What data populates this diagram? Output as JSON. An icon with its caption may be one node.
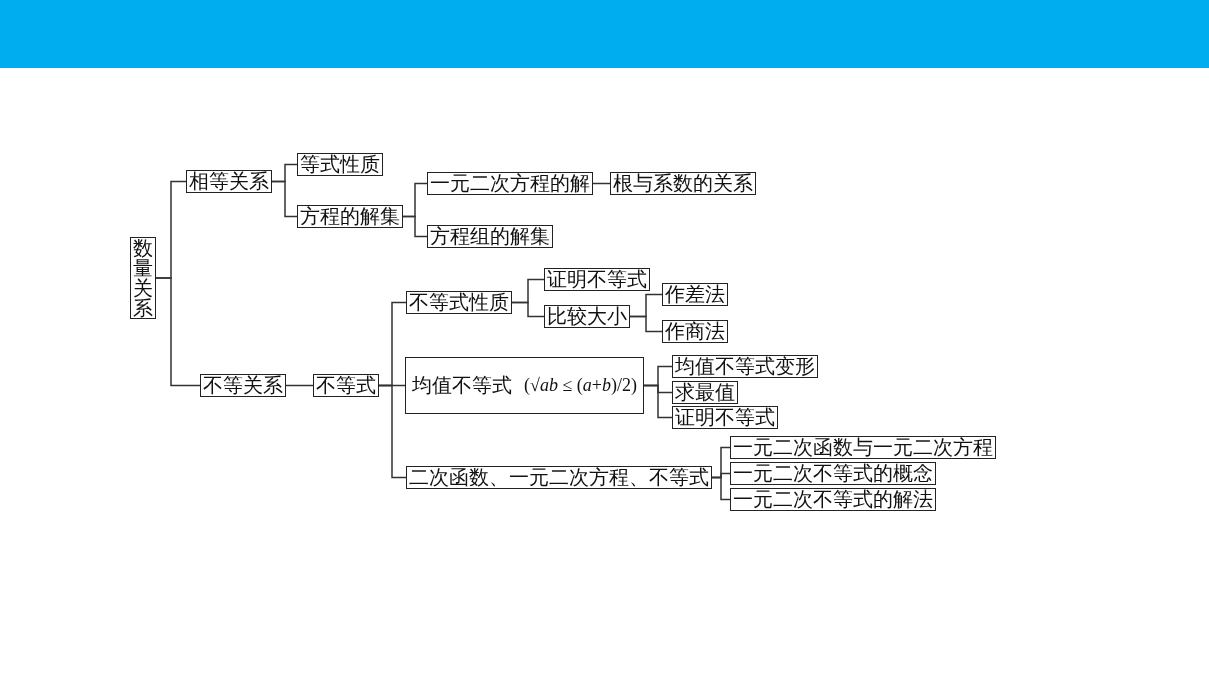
{
  "diagram": {
    "nodes": [
      {
        "text": [
          "数量关系"
        ]
      },
      {
        "text": [
          "相等关系"
        ]
      },
      {
        "text": [
          "等式性质"
        ]
      },
      {
        "text": [
          "方程的解集"
        ]
      },
      {
        "text": [
          "一元二次方程的解"
        ]
      },
      {
        "text": [
          "根与系数的关系"
        ]
      },
      {
        "text": [
          "方程组的解集"
        ]
      },
      {
        "text": [
          "不等关系"
        ]
      },
      {
        "text": [
          "不等式"
        ]
      },
      {
        "text": [
          "不等式性质"
        ]
      },
      {
        "text": [
          "证明不等式"
        ]
      },
      {
        "text": [
          "比较大小"
        ]
      },
      {
        "text": [
          "作差法"
        ]
      },
      {
        "text": [
          "作商法"
        ]
      },
      {
        "text": [
          "均值不等式",
          "(√*ab* ≤ (*a*+*b*)/2)"
        ]
      },
      {
        "text": [
          "均值不等式变形"
        ]
      },
      {
        "text": [
          "求最值"
        ]
      },
      {
        "text": [
          "证明不等式"
        ]
      },
      {
        "text": [
          "二次函数、一元二次方程、不等式"
        ]
      },
      {
        "text": [
          "一元二次函数与一元二次方程"
        ]
      },
      {
        "text": [
          "一元二次不等式的概念"
        ]
      },
      {
        "text": [
          "一元二次不等式的解法"
        ]
      }
    ],
    "edges": [
      {
        "from": 0,
        "to": 1,
        "arrow": "none"
      },
      {
        "from": 0,
        "to": 7,
        "arrow": "none"
      },
      {
        "from": 1,
        "to": 2,
        "arrow": "none"
      },
      {
        "from": 1,
        "to": 3,
        "arrow": "none"
      },
      {
        "from": 3,
        "to": 4,
        "arrow": "none"
      },
      {
        "from": 3,
        "to": 6,
        "arrow": "none"
      },
      {
        "from": 4,
        "to": 5,
        "arrow": "none"
      },
      {
        "from": 7,
        "to": 8,
        "arrow": "none"
      },
      {
        "from": 8,
        "to": 9,
        "arrow": "none"
      },
      {
        "from": 8,
        "to": 14,
        "arrow": "none"
      },
      {
        "from": 8,
        "to": 18,
        "arrow": "none"
      },
      {
        "from": 9,
        "to": 10,
        "arrow": "none"
      },
      {
        "from": 9,
        "to": 11,
        "arrow": "none"
      },
      {
        "from": 11,
        "to": 12,
        "arrow": "none"
      },
      {
        "from": 11,
        "to": 13,
        "arrow": "none"
      },
      {
        "from": 14,
        "to": 15,
        "arrow": "none"
      },
      {
        "from": 14,
        "to": 16,
        "arrow": "none"
      },
      {
        "from": 14,
        "to": 17,
        "arrow": "none"
      },
      {
        "from": 18,
        "to": 19,
        "arrow": "none"
      },
      {
        "from": 18,
        "to": 20,
        "arrow": "none"
      },
      {
        "from": 18,
        "to": 21,
        "arrow": "none"
      }
    ]
  }
}
